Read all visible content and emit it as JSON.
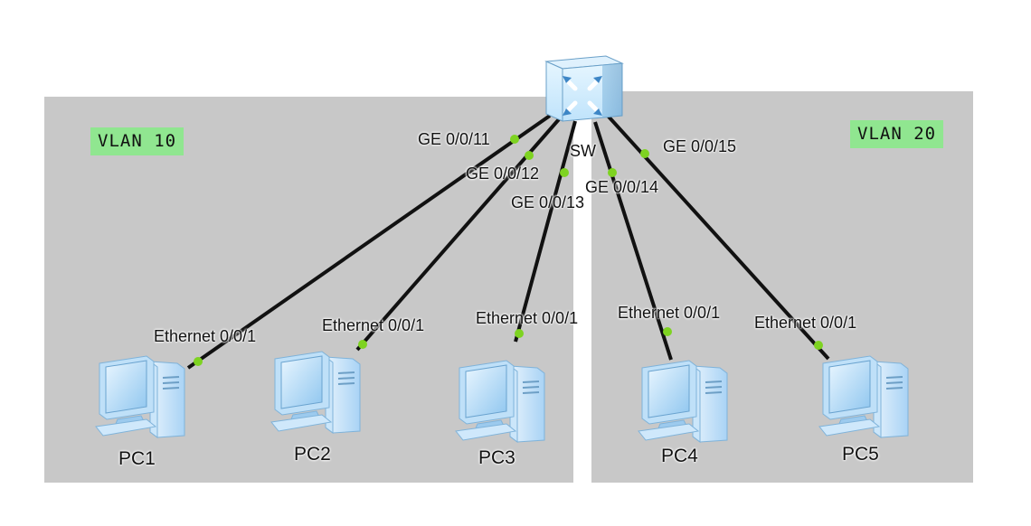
{
  "zones": [
    {
      "name": "VLAN 10",
      "fill": "#c8c8c8"
    },
    {
      "name": "VLAN 20",
      "fill": "#c8c8c8"
    }
  ],
  "switch": {
    "name": "SW"
  },
  "links": [
    {
      "switch_port": "GE 0/0/11",
      "pc_port": "Ethernet 0/0/1",
      "pc": "PC1"
    },
    {
      "switch_port": "GE 0/0/12",
      "pc_port": "Ethernet 0/0/1",
      "pc": "PC2"
    },
    {
      "switch_port": "GE 0/0/13",
      "pc_port": "Ethernet 0/0/1",
      "pc": "PC3"
    },
    {
      "switch_port": "GE 0/0/14",
      "pc_port": "Ethernet 0/0/1",
      "pc": "PC4"
    },
    {
      "switch_port": "GE 0/0/15",
      "pc_port": "Ethernet 0/0/1",
      "pc": "PC5"
    }
  ],
  "colors": {
    "link": "#111111",
    "port_dot": "#7ed321",
    "vlan_tag": "#90e690",
    "pc_body": "#a9d3f5",
    "switch_body": "#bfe3fb"
  },
  "icons": {
    "pc": "desktop-pc-icon",
    "switch": "layer3-switch-icon"
  }
}
